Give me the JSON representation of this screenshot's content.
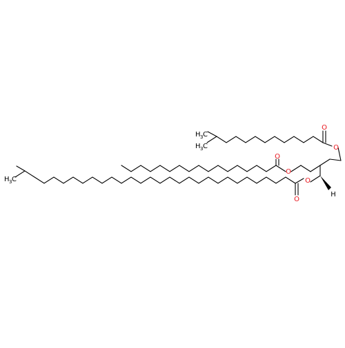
{
  "colors": {
    "background": "#ffffff",
    "bond": "#000000",
    "oxygen": "#e8141c"
  },
  "labels": {
    "o_ether_top": "O",
    "o_carbonyl_top": "O",
    "o_ether_mid": "O",
    "o_carbonyl_mid": "O",
    "o_ether_low": "O",
    "o_carbonyl_low": "O",
    "hydrogen": "H",
    "methyl_top_c": "H",
    "methyl_top_sub": "3",
    "methyl_top_tail": "C",
    "methyl_left_c": "H",
    "methyl_left_sub": "3",
    "methyl_left_tail": "C",
    "methyl_left2_c": "H",
    "methyl_left2_sub": "3",
    "methyl_left2_tail": "C"
  }
}
